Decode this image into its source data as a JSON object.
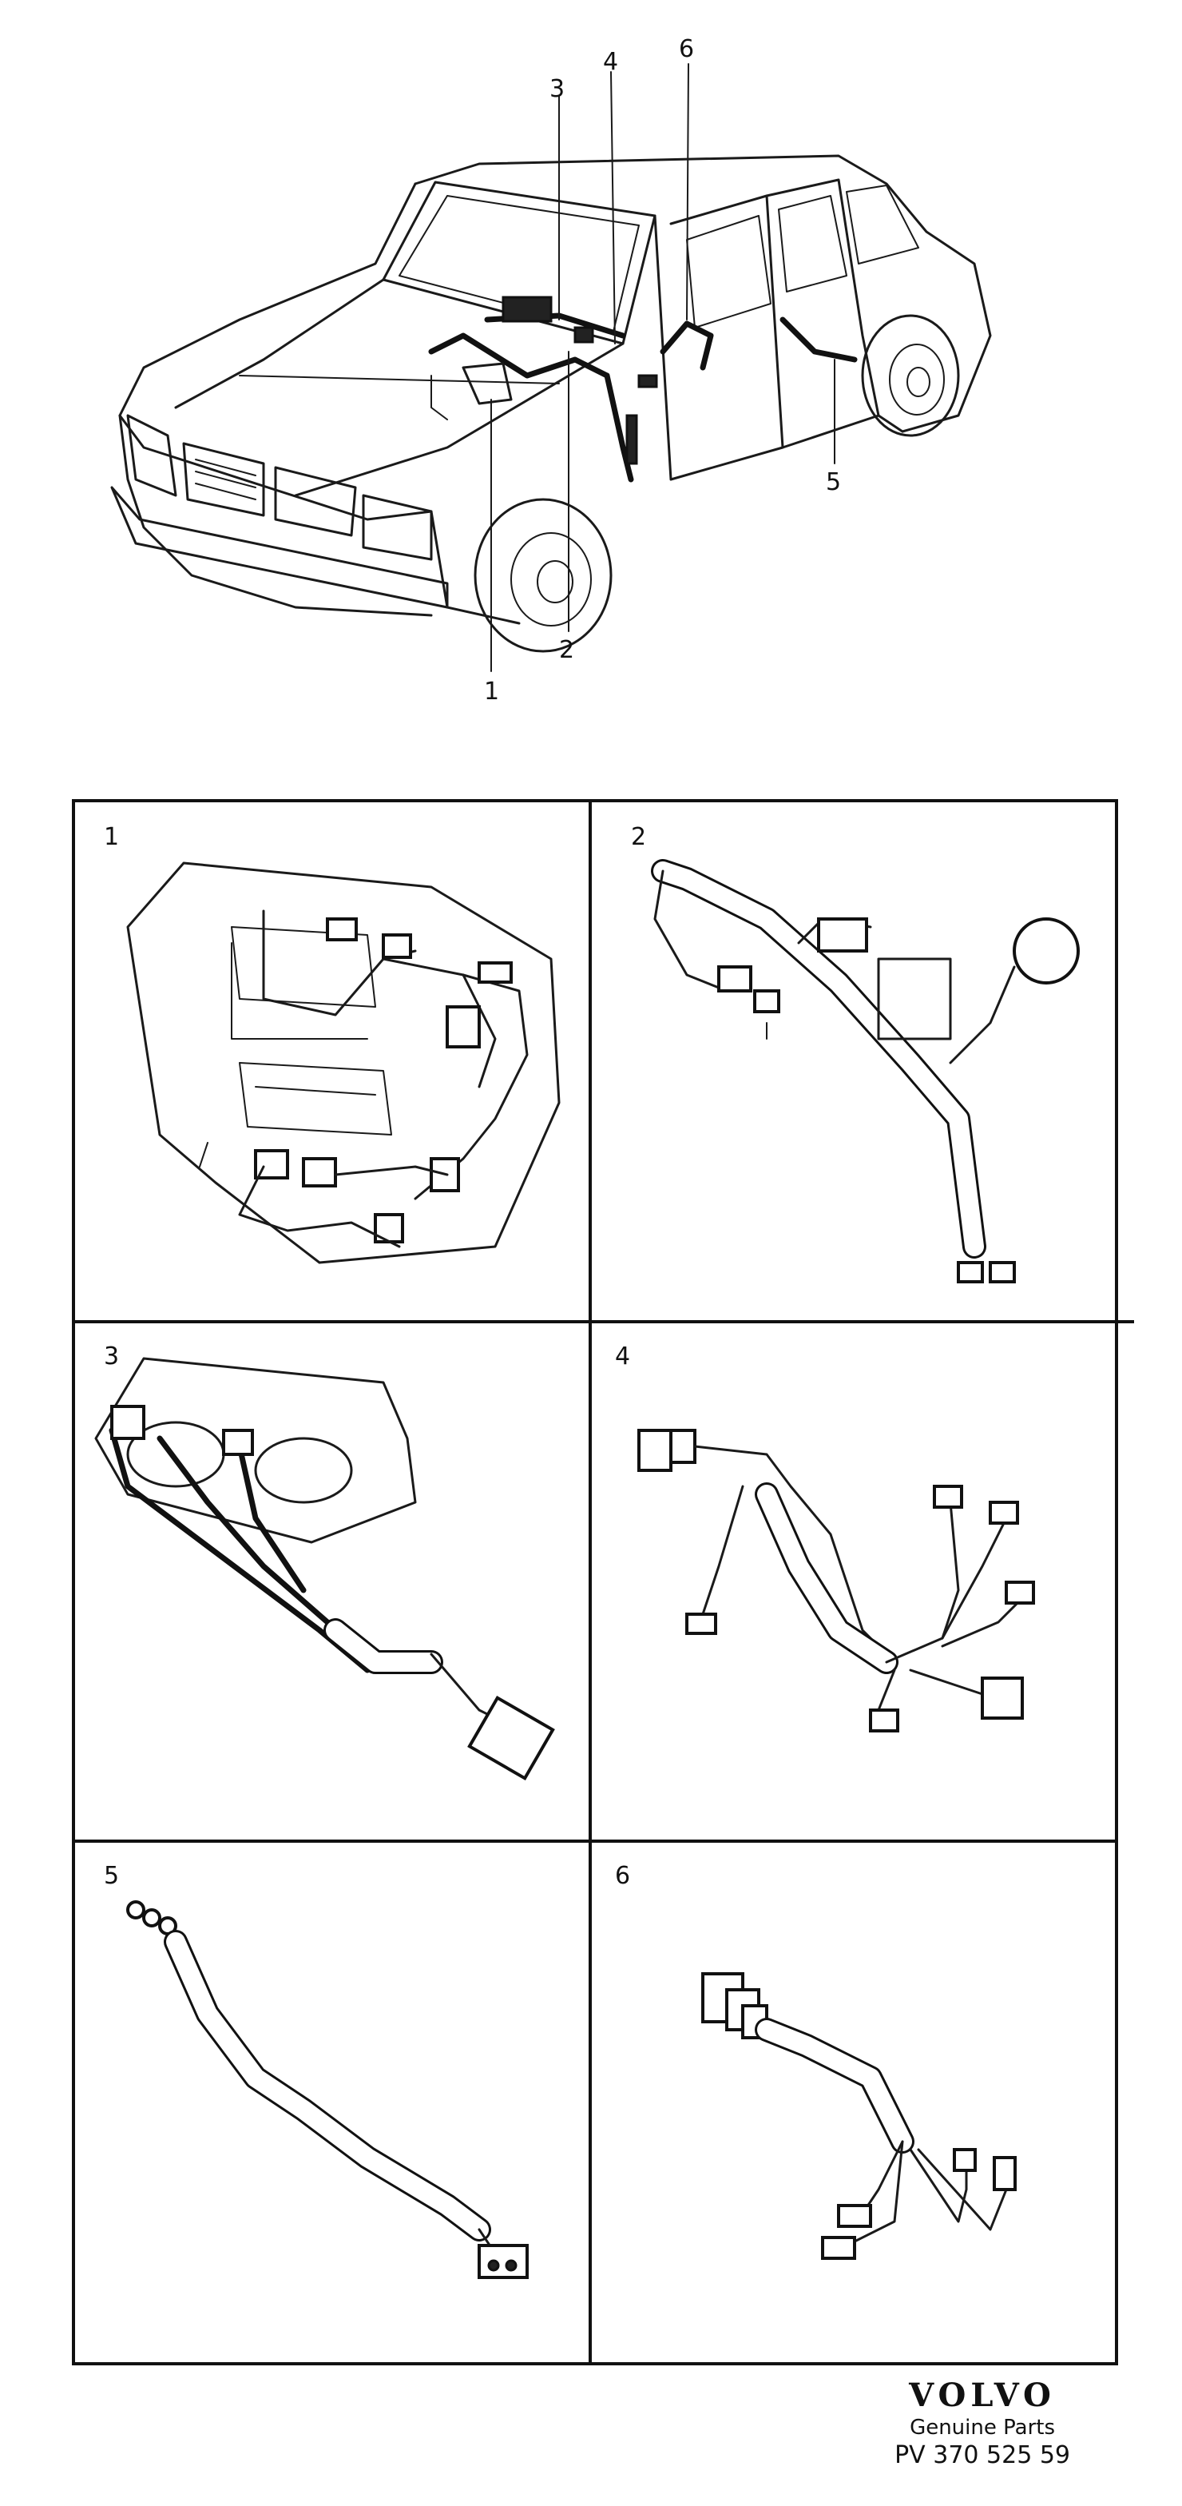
{
  "overview": {
    "callouts": [
      "1",
      "2",
      "3",
      "4",
      "5",
      "6"
    ]
  },
  "panels": [
    {
      "label": "1"
    },
    {
      "label": "2"
    },
    {
      "label": "3"
    },
    {
      "label": "4"
    },
    {
      "label": "5"
    },
    {
      "label": "6"
    }
  ],
  "brand": {
    "logo": "VOLVO",
    "subtitle": "Genuine Parts",
    "code": "PV 370 525 59"
  }
}
